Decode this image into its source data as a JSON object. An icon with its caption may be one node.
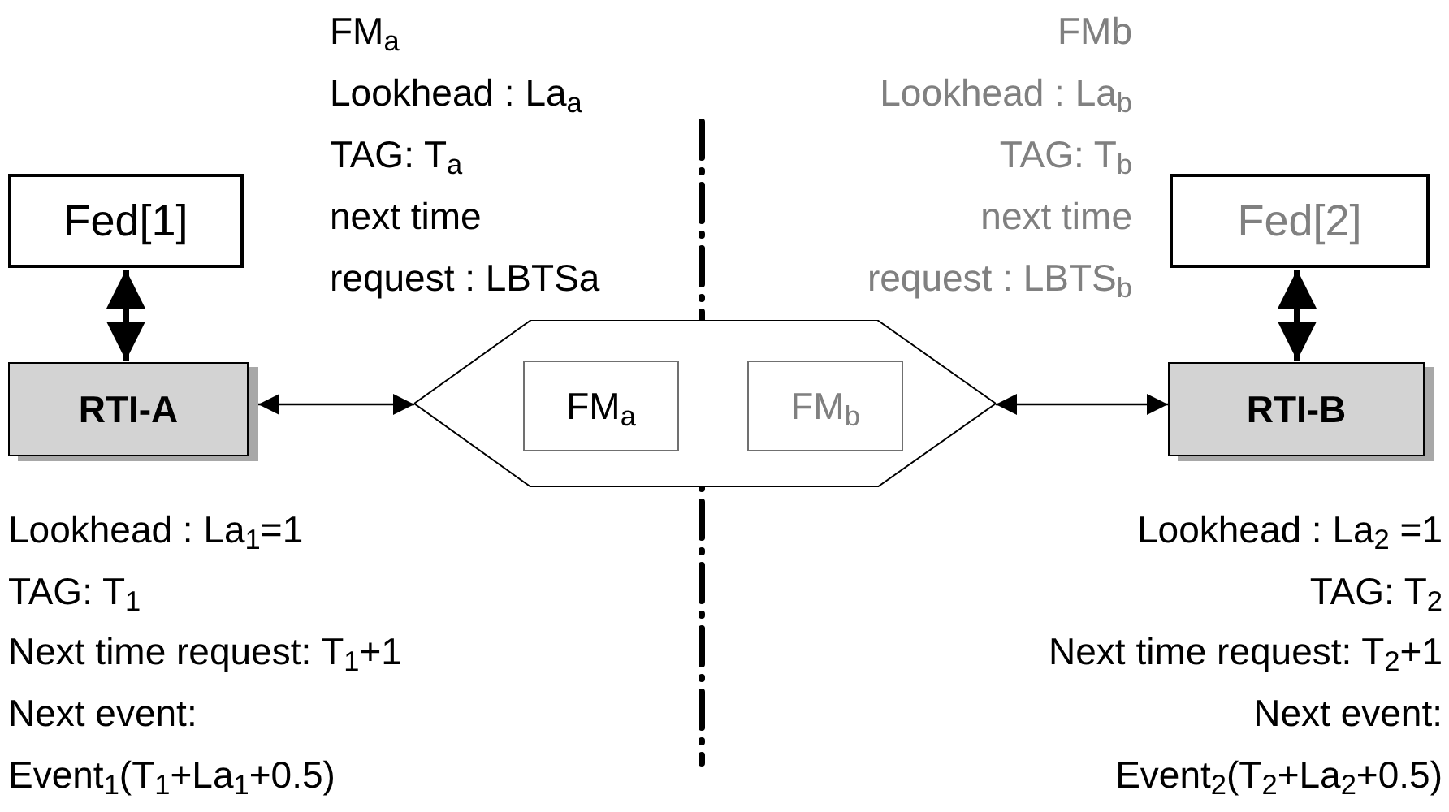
{
  "diagram": {
    "nodes": [
      {
        "text": [
          "Fed[1]"
        ]
      },
      {
        "text": [
          "RTI-A"
        ]
      },
      {
        "text": [],
        "shape": "hexagon"
      },
      {
        "text": [
          "FM$_{a}$"
        ],
        "in": 2
      },
      {
        "text": [
          "FM$_{b}$"
        ],
        "in": 2
      },
      {
        "text": [
          "Fed[2]"
        ]
      },
      {
        "text": [
          "RTI-B"
        ]
      }
    ],
    "edges": [
      {
        "from": 0,
        "to": 1,
        "arrow": "both",
        "style": "thick"
      },
      {
        "from": 1,
        "to": 2,
        "arrow": "both"
      },
      {
        "from": 2,
        "to": 6,
        "arrow": "both"
      },
      {
        "from": 5,
        "to": 6,
        "arrow": "both",
        "style": "thick"
      }
    ],
    "labels": [
      "FM$_{a}$",
      "Lookhead : La$_{a}$",
      "TAG: T$_{a}$",
      "next time",
      "request : LBTSa",
      "FMb",
      "Lookhead : La$_{b}$",
      "TAG: T$_{b}$",
      "next time",
      "request : LBTS$_{b}$",
      "Lookhead : La$_{1}$=1",
      "TAG: T$_{1}$",
      "Next time request: T$_{1}$+1",
      "Next event:",
      "Event$_{1}$(T$_{1}$+La$_{1}$+0.5)",
      "Lookhead : La$_{2}$ =1",
      "TAG: T$_{2}$",
      "Next time request: T$_{2}$+1",
      "Next event:",
      "Event$_{2}$(T$_{2}$+La$_{2}$+0.5)"
    ]
  }
}
